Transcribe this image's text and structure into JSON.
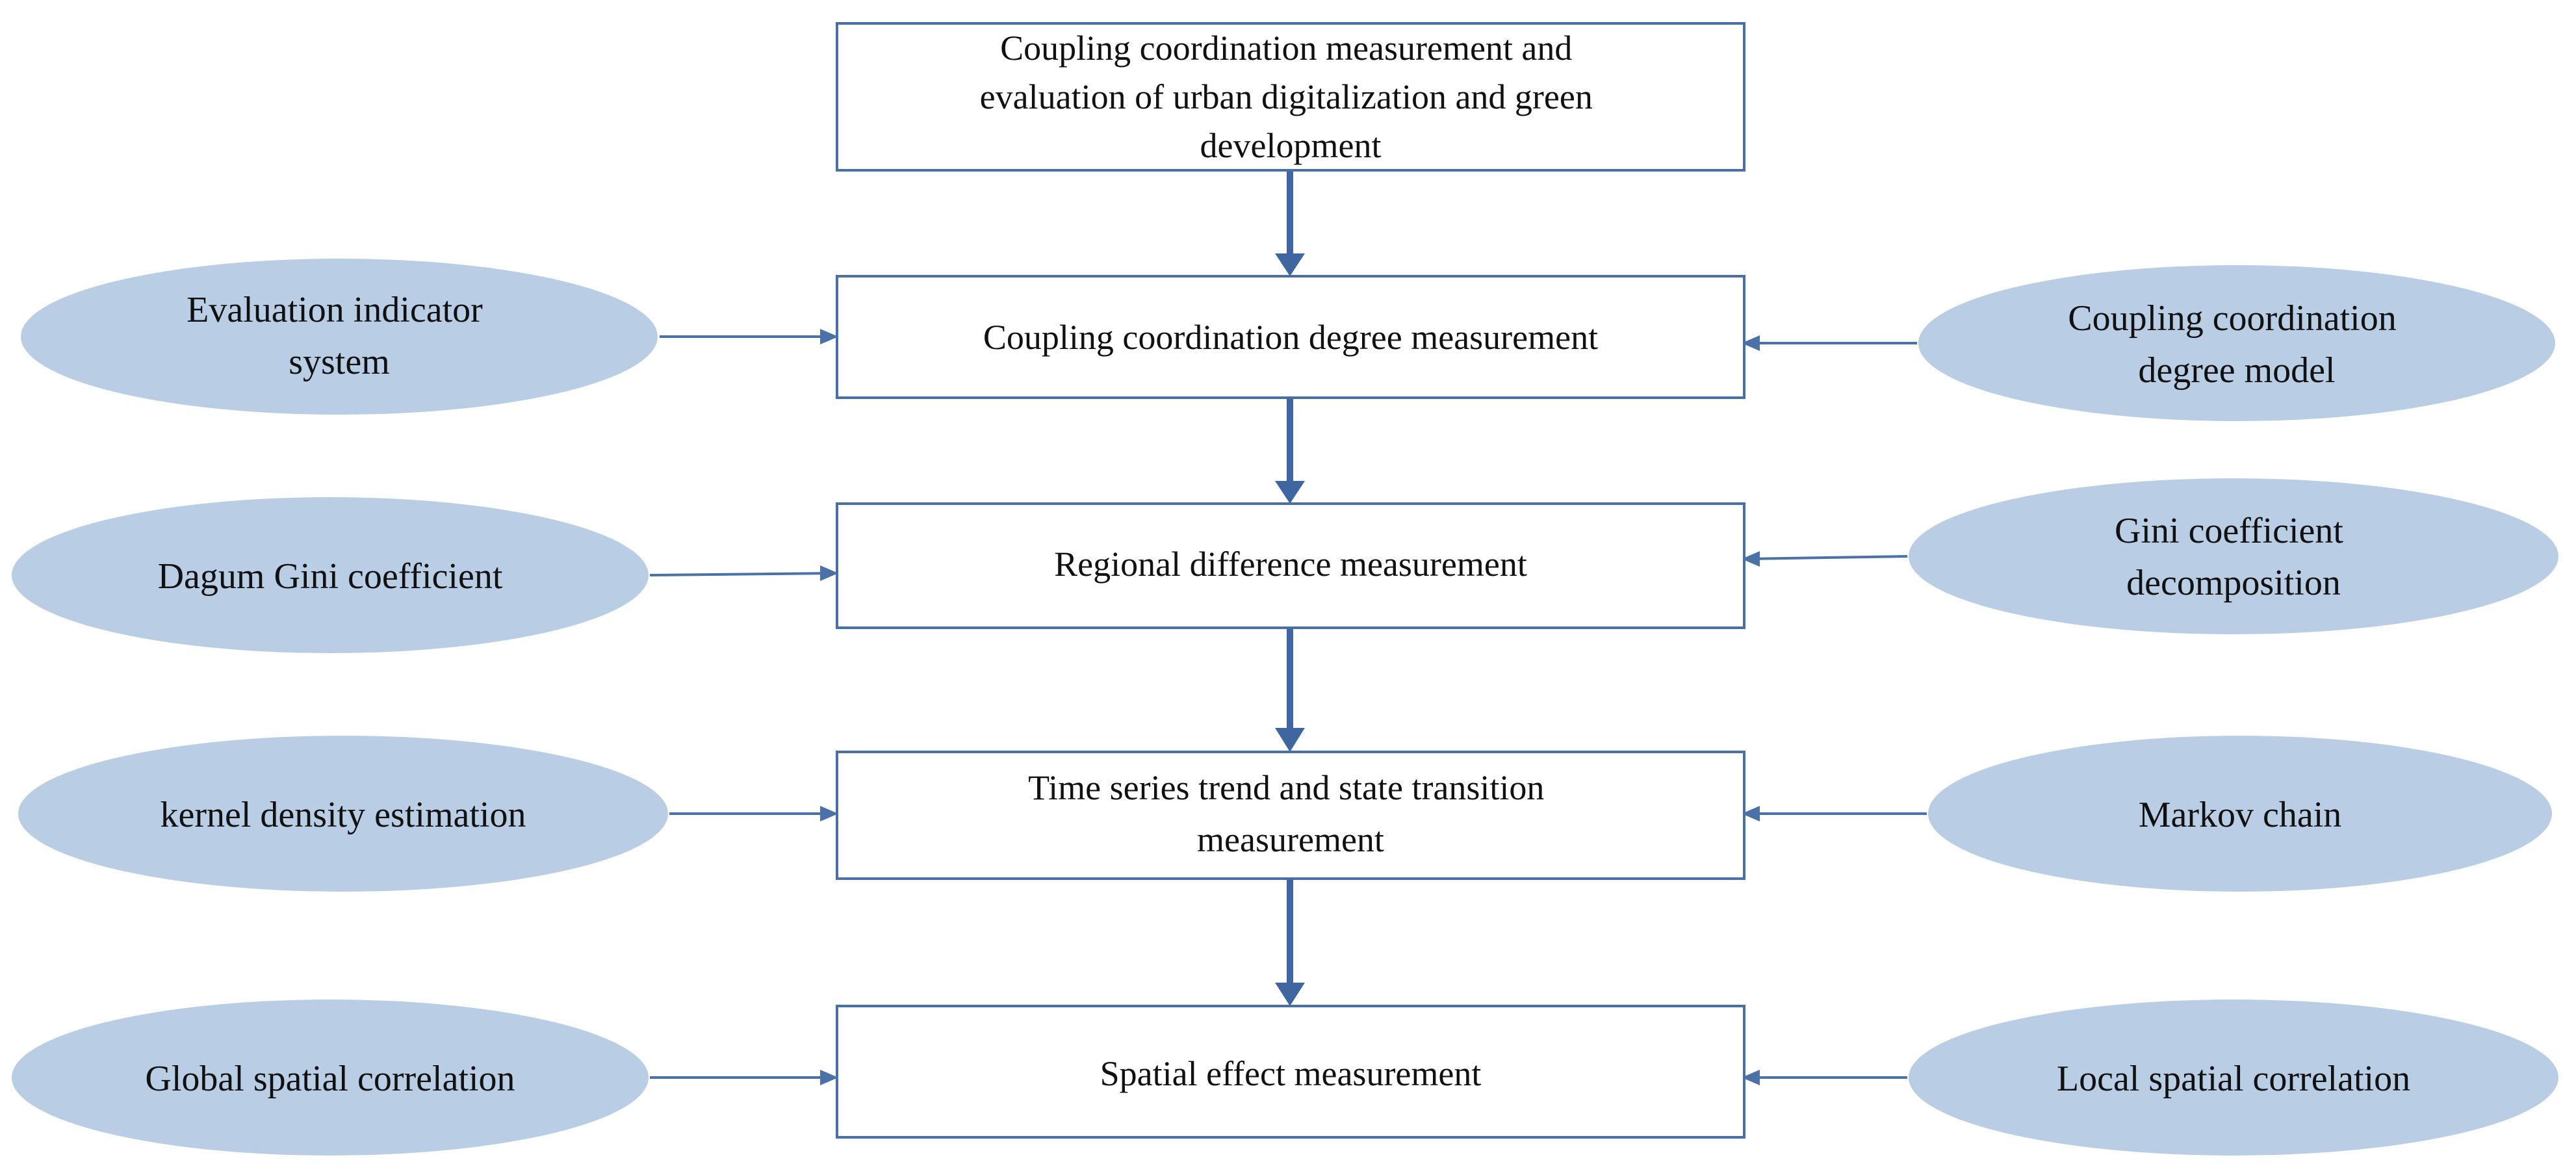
{
  "colors": {
    "box_border": "#4a6fa5",
    "oval_fill": "#b9cde5",
    "arrow": "#3f66a0",
    "text": "#111111"
  },
  "boxes": [
    {
      "id": "box-main",
      "lines": [
        "Coupling coordination measurement and",
        "evaluation of urban digitalization and green",
        "development"
      ]
    },
    {
      "id": "box-ccd",
      "lines": [
        "Coupling coordination degree measurement"
      ]
    },
    {
      "id": "box-regional",
      "lines": [
        "Regional difference measurement"
      ]
    },
    {
      "id": "box-timeseries",
      "lines": [
        "Time series trend and state transition",
        "measurement"
      ]
    },
    {
      "id": "box-spatial",
      "lines": [
        "Spatial effect measurement"
      ]
    }
  ],
  "left_ovals": [
    {
      "id": "oval-evaluation",
      "lines": [
        "Evaluation indicator",
        "system"
      ]
    },
    {
      "id": "oval-dagum",
      "lines": [
        "Dagum Gini coefficient"
      ]
    },
    {
      "id": "oval-kernel",
      "lines": [
        "kernel density estimation"
      ]
    },
    {
      "id": "oval-global",
      "lines": [
        "Global spatial correlation"
      ]
    }
  ],
  "right_ovals": [
    {
      "id": "oval-ccd-model",
      "lines": [
        "Coupling coordination",
        "degree model"
      ]
    },
    {
      "id": "oval-gini-decomp",
      "lines": [
        "Gini coefficient",
        "decomposition"
      ]
    },
    {
      "id": "oval-markov",
      "lines": [
        "Markov chain"
      ]
    },
    {
      "id": "oval-local",
      "lines": [
        "Local spatial correlation"
      ]
    }
  ]
}
